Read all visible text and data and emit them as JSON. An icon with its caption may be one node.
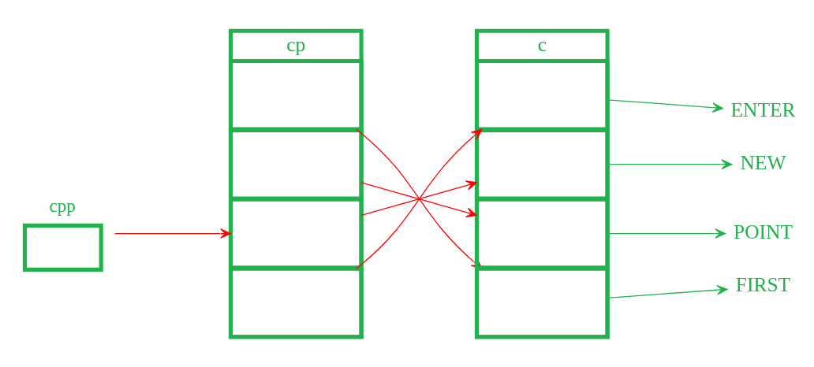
{
  "diagram": {
    "nodes": [
      {
        "text": [
          "cpp"
        ]
      },
      {
        "text": [
          "cp"
        ]
      },
      {
        "text": [],
        "shape": "box",
        "in": 1
      },
      {
        "text": [],
        "shape": "box",
        "in": 1
      },
      {
        "text": [],
        "shape": "box",
        "in": 1
      },
      {
        "text": [],
        "shape": "box",
        "in": 1
      },
      {
        "text": [
          "c"
        ]
      },
      {
        "text": [],
        "shape": "box",
        "in": 6
      },
      {
        "text": [],
        "shape": "box",
        "in": 6
      },
      {
        "text": [],
        "shape": "box",
        "in": 6
      },
      {
        "text": [],
        "shape": "box",
        "in": 6
      },
      {
        "text": [
          "ENTER"
        ]
      },
      {
        "text": [
          "NEW"
        ]
      },
      {
        "text": [
          "POINT"
        ]
      },
      {
        "text": [
          "FIRST"
        ]
      }
    ],
    "edges": [
      {
        "from": 0,
        "to": 4,
        "arrow": "to",
        "color": "#ff0000"
      },
      {
        "from": 2,
        "to": 10,
        "arrow": "to",
        "color": "#ff0000"
      },
      {
        "from": 3,
        "to": 9,
        "arrow": "to",
        "color": "#ff0000"
      },
      {
        "from": 4,
        "to": 8,
        "arrow": "to",
        "color": "#ff0000"
      },
      {
        "from": 5,
        "to": 7,
        "arrow": "to",
        "color": "#ff0000"
      },
      {
        "from": 7,
        "to": 11,
        "arrow": "to",
        "color": "#22b14c"
      },
      {
        "from": 8,
        "to": 12,
        "arrow": "to",
        "color": "#22b14c"
      },
      {
        "from": 9,
        "to": 13,
        "arrow": "to",
        "color": "#22b14c"
      },
      {
        "from": 10,
        "to": 14,
        "arrow": "to",
        "color": "#22b14c"
      }
    ]
  }
}
